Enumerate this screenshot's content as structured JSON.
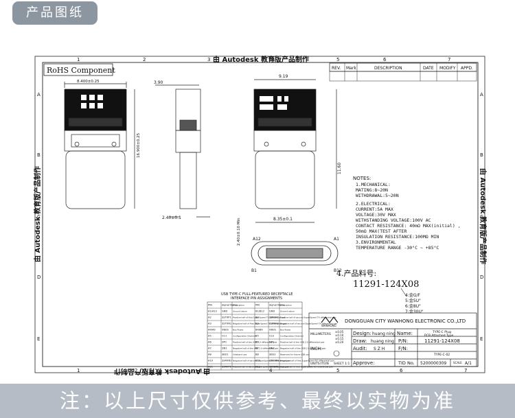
{
  "header": {
    "tag": "产品图纸"
  },
  "sheet": {
    "watermark": "由 Autodesk 教育版产品制作",
    "rohs": "RoHS Component",
    "grid_cols": [
      "1",
      "2",
      "3",
      "4",
      "5",
      "6",
      "7"
    ],
    "grid_rows": [
      "A",
      "B",
      "C",
      "D",
      "E"
    ],
    "revision_headers": [
      "REV.",
      "Mark",
      "DESCRIPTION",
      "DATE",
      "MODIFY",
      "APPD."
    ]
  },
  "dimensions": {
    "front_width": "8.400±0.25",
    "front_height": "16.900±0.25",
    "side_width": "3.90",
    "side_thickness": "2.40±0.1",
    "pcb_width": "9.19",
    "pcb_height": "11.60",
    "pcb_bottom": "8.35±0.1",
    "end_height": "2.40±0.10 Min",
    "label_a12": "A12",
    "label_a1": "A1",
    "label_b1": "B1",
    "label_b12": "B12"
  },
  "notes": {
    "title": "NOTES:",
    "lines": [
      "1.MECHANICAL:",
      "  MATING:8~20N",
      "  WITHDRAWAL:5~20N",
      "2.ELECTRICAL:",
      "  CURRENT:5A MAX",
      "  VOLTAGE:30V MAX",
      "  WITHSTANDING VOLTAGE:100V AC",
      "  CONTACT RESISTANCE: 40mΩ MAX(initial) ,",
      "                      50mΩ MAX(TEST AFTER",
      "  INSULATION RESISTANCE:100MΩ MIN",
      "3.ENVIRONMENTAL",
      "  TEMPERATURE RANGE -30°C ~ +85°C"
    ]
  },
  "part": {
    "label": "4.产品料号:",
    "number": "11291-124X08",
    "options": [
      "4:金G/F",
      "5:金5U\"",
      "6:金8U\"",
      "7:金30U\""
    ]
  },
  "pin_table": {
    "title1": "USB TYPE-C FULL-FEATURED RECEPTACLE",
    "title2": "INTERFACE PIN ASSIGNMENTS",
    "headers": [
      "PIN",
      "Signal Name",
      "Description",
      "PIN",
      "Signal Name",
      "Description"
    ],
    "rows": [
      [
        "A1/A12",
        "GND",
        "Ground return",
        "B1/B12",
        "GND",
        "Ground return"
      ],
      [
        "A2",
        "SSTXP1",
        "Positive half of first SuperSpeed TX differential pair",
        "B2",
        "SSTXP2",
        "Positive half of second SuperSpeed TX differential pair"
      ],
      [
        "A3",
        "SSTXN1",
        "Negative half of first SuperSpeed TX differential pair",
        "B3",
        "SSTXN2",
        "Negative half of second SuperSpeed TX differential pair"
      ],
      [
        "A4/A9",
        "VBUS",
        "Bus Power",
        "B4/B9",
        "VBUS",
        "Bus Power"
      ],
      [
        "A5",
        "CC1",
        "Configuration Channel",
        "B5",
        "CC2",
        "Configuration Channel"
      ],
      [
        "A6",
        "DP1",
        "Positive half of the USB 2.0 differential pair",
        "B6",
        "DP2",
        "Positive half of the USB 2.0 differential pair"
      ],
      [
        "A7",
        "DN1",
        "Negative half of the USB 2.0 differential pair",
        "B7",
        "DN2",
        "Negative half of the USB 2.0 differential pair"
      ],
      [
        "A8",
        "SBU1",
        "Sideband use",
        "B8",
        "SBU2",
        "Reserved for future USB use"
      ],
      [
        "A10",
        "SSRXN2",
        "Negative half of second SuperSpeed RX differential pair",
        "B10",
        "SSRXN1",
        "Negative half of first SuperSpeed RX differential pair"
      ],
      [
        "A11",
        "SSRXP2",
        "Positive half of second SuperSpeed RX differential pair",
        "B11",
        "SSRXP1",
        "Positive half of first SuperSpeed RX differential pair"
      ]
    ]
  },
  "title_block": {
    "company": "DONGGUAN CITY WANHONG ELECTRONIC CO.,LTD",
    "logo_text": "WANHONG",
    "tol_mm": "MILLIMETERS",
    "tol_inch": "INCH:",
    "tol_values": [
      "±0.05",
      "±0.10",
      "±0.15",
      "±0.20"
    ],
    "units": "UNITS:ITEIN",
    "sheet": "SHEET 1:1",
    "design_label": "Design:",
    "design_value": "huang ning",
    "draw_label": "Draw:",
    "draw_value": "huang ning",
    "audit_label": "Audit:",
    "audit_value": "S Z H",
    "approve_label": "Approve:",
    "name_label": "Name:",
    "name_value_1": "TYPE-C Plug",
    "name_value_2": "PCB Attached Type",
    "pn_label": "P/N:",
    "pn_value": "11291-124X08",
    "fn_label": "F/N:",
    "fn_value": "TYPE-C-02",
    "tid_label": "TID No.",
    "tid_value": "5200000309",
    "scale_label": "SCALE",
    "scale_value": "A/1"
  },
  "footer": {
    "text": "注：以上尺寸仅供参考、最终以实物为准"
  }
}
